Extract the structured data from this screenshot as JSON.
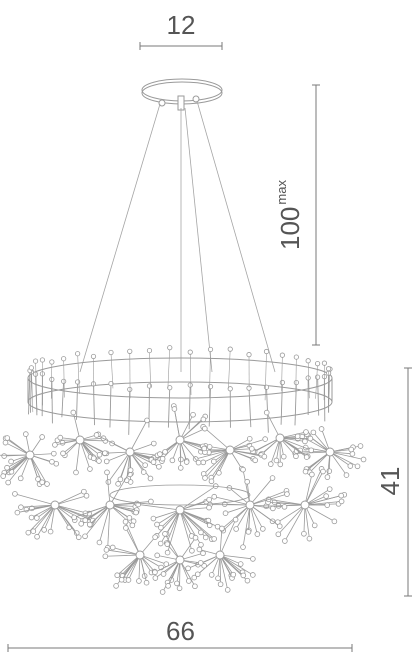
{
  "dimensions": {
    "canopy_width": "12",
    "drop_height": "100",
    "drop_height_suffix": "max",
    "body_height": "41",
    "diameter": "66"
  },
  "colors": {
    "line": "#9a9a9a",
    "dim_line": "#7a7a7a",
    "text": "#555555"
  }
}
